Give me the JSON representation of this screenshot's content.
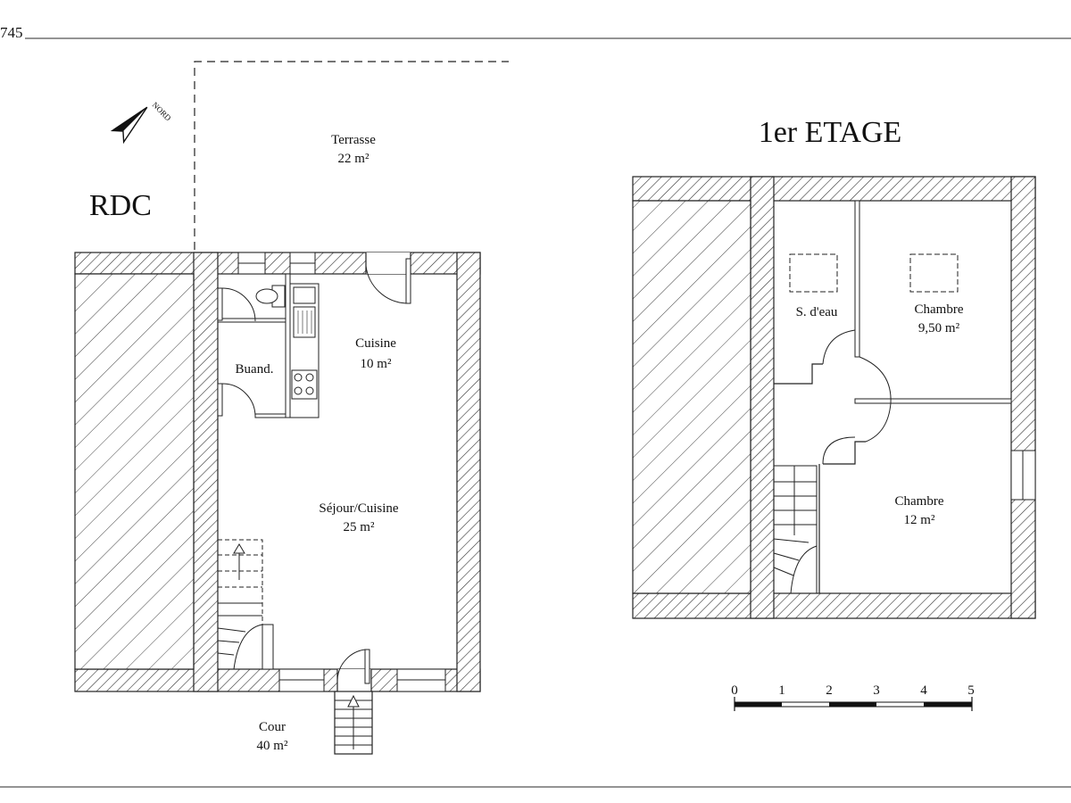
{
  "header": {
    "ref": "745"
  },
  "north": {
    "label": "NORD"
  },
  "ground_floor": {
    "title": "RDC",
    "terrace": {
      "name": "Terrasse",
      "area": "22 m²"
    },
    "laundry": {
      "name": "Buand."
    },
    "kitchen": {
      "name": "Cuisine",
      "area": "10 m²"
    },
    "living": {
      "name": "Séjour/Cuisine",
      "area": "25 m²"
    },
    "court": {
      "name": "Cour",
      "area": "40 m²"
    }
  },
  "first_floor": {
    "title": "1er ETAGE",
    "shower_room": {
      "name": "S. d'eau"
    },
    "bedroom_1": {
      "name": "Chambre",
      "area": "9,50 m²"
    },
    "bedroom_2": {
      "name": "Chambre",
      "area": "12 m²"
    }
  },
  "scale": {
    "ticks": [
      "0",
      "1",
      "2",
      "3",
      "4",
      "5"
    ]
  },
  "colors": {
    "ink": "#111111",
    "paper": "#ffffff",
    "rule": "#555555"
  }
}
